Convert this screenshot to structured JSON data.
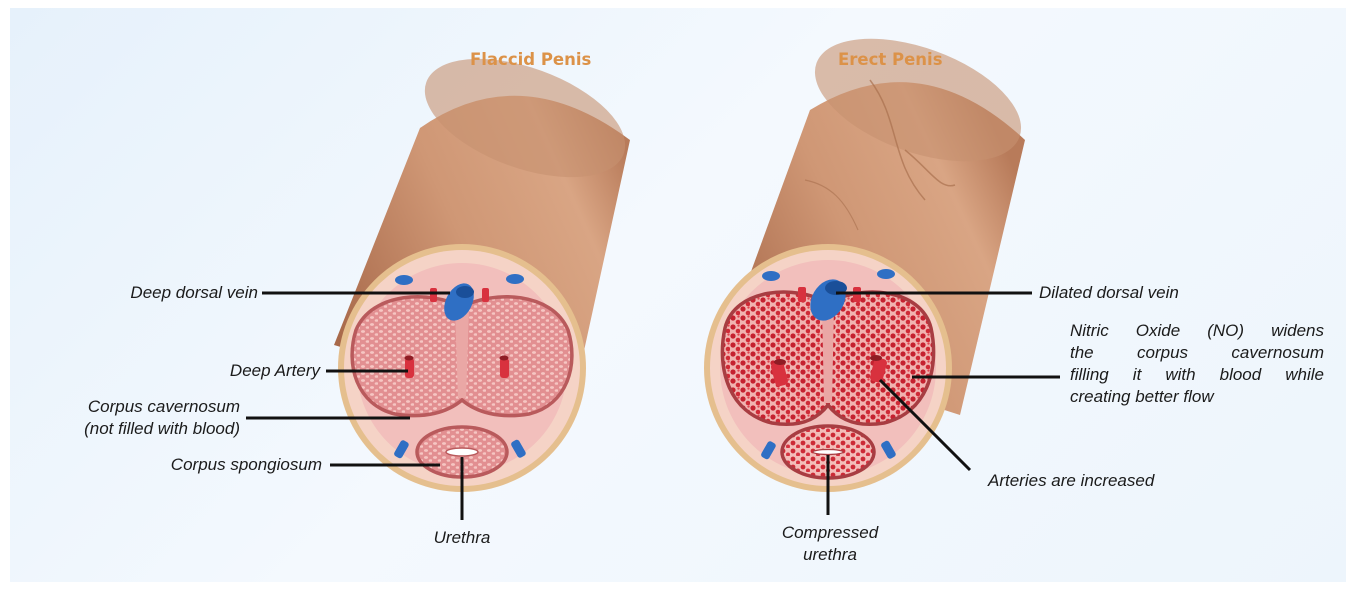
{
  "titles": {
    "flaccid": "Flaccid Penis",
    "erect": "Erect Penis"
  },
  "flaccid_labels": {
    "deep_dorsal_vein": "Deep dorsal vein",
    "deep_artery": "Deep Artery",
    "corpus_cavernosum_line1": "Corpus cavernosum",
    "corpus_cavernosum_line2": "(not filled with blood)",
    "corpus_spongiosum": "Corpus spongiosum",
    "urethra": "Urethra"
  },
  "erect_labels": {
    "dilated_dorsal_vein": "Dilated dorsal vein",
    "nitric_oxide_line1": "Nitric Oxide (NO) widens",
    "nitric_oxide_line2": "the corpus cavernosum",
    "nitric_oxide_line3": "filling it with blood while",
    "nitric_oxide_line4": "creating better flow",
    "arteries_increased": "Arteries are increased",
    "compressed_urethra_line1": "Compressed",
    "compressed_urethra_line2": "urethra"
  },
  "colors": {
    "title_orange": "#dc9248",
    "skin": "#c48a66",
    "tissue_pink": "#e79d9c",
    "vein_blue": "#2f6fc4",
    "artery_red": "#d8313e"
  }
}
